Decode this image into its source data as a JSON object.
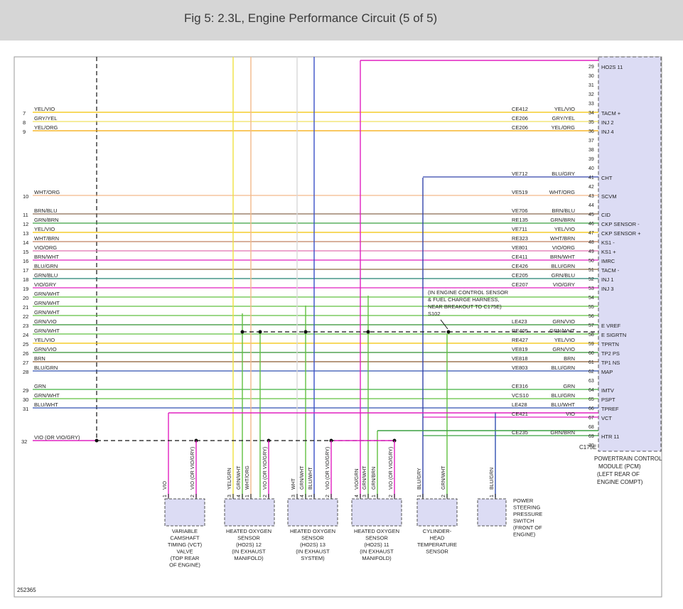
{
  "title": "Fig 5: 2.3L, Engine Performance Circuit (5 of 5)",
  "figure_number": "252365",
  "pcm": {
    "label_lines": [
      "POWERTRAIN CONTROL",
      "MODULE (PCM)",
      "(LEFT REAR OF",
      "ENGINE COMPT)"
    ],
    "connector_label": "C175E",
    "pins_top": [
      {
        "pin": "29",
        "func": "HO2S 11"
      },
      {
        "pin": "30"
      },
      {
        "pin": "31"
      },
      {
        "pin": "32"
      },
      {
        "pin": "33"
      }
    ]
  },
  "circuits": [
    {
      "pos": "7",
      "left_color": "YEL/VIO",
      "circuit": "CE412",
      "right_color": "YEL/VIO",
      "pin": "34",
      "func": "TACM +",
      "stroke": "#f2c200"
    },
    {
      "pos": "8",
      "left_color": "GRY/YEL",
      "circuit": "CE206",
      "right_color": "GRY/YEL",
      "pin": "35",
      "func": "INJ 2",
      "stroke": "#f0e060"
    },
    {
      "pos": "9",
      "left_color": "YEL/ORG",
      "circuit": "CE206",
      "right_color": "YEL/ORG",
      "pin": "36",
      "func": "INJ 4",
      "stroke": "#f5a800"
    },
    {
      "pin": "37"
    },
    {
      "pin": "38"
    },
    {
      "pin": "39"
    },
    {
      "pin": "40"
    },
    {
      "circuit": "VE712",
      "right_color": "BLU/GRY",
      "pin": "41",
      "func": "CHT",
      "stroke": "#3344aa"
    },
    {
      "pin": "42"
    },
    {
      "pos": "10",
      "left_color": "WHT/ORG",
      "circuit": "VE519",
      "right_color": "WHT/ORG",
      "pin": "43",
      "func": "SCVM",
      "stroke": "#f3b98a"
    },
    {
      "pin": "44"
    },
    {
      "pos": "11",
      "left_color": "BRN/BLU",
      "circuit": "VE706",
      "right_color": "BRN/BLU",
      "pin": "45",
      "func": "CID",
      "stroke": "#8a6a50"
    },
    {
      "pos": "12",
      "left_color": "GRN/BRN",
      "circuit": "RE135",
      "right_color": "GRN/BRN",
      "pin": "46",
      "func": "CKP SENSOR -",
      "stroke": "#3aa040"
    },
    {
      "pos": "13",
      "left_color": "YEL/VIO",
      "circuit": "VE711",
      "right_color": "YEL/VIO",
      "pin": "47",
      "func": "CKP SENSOR +",
      "stroke": "#f2c200"
    },
    {
      "pos": "14",
      "left_color": "WHT/BRN",
      "circuit": "RE323",
      "right_color": "WHT/BRN",
      "pin": "48",
      "func": "KS1 -",
      "stroke": "#c08060"
    },
    {
      "pos": "15",
      "left_color": "VIO/ORG",
      "circuit": "VE801",
      "right_color": "VIO/ORG",
      "pin": "49",
      "func": "KS1 +",
      "stroke": "#e070b0"
    },
    {
      "pos": "16",
      "left_color": "BRN/WHT",
      "circuit": "CE411",
      "right_color": "BRN/WHT",
      "pin": "50",
      "func": "IMRC",
      "stroke": "#e020c0"
    },
    {
      "pos": "17",
      "left_color": "BLU/GRN",
      "circuit": "CE426",
      "right_color": "BLU/GRN",
      "pin": "51",
      "func": "TACM -",
      "stroke": "#8a6a40"
    },
    {
      "pos": "18",
      "left_color": "GRN/BLU",
      "circuit": "CE205",
      "right_color": "GRN/BLU",
      "pin": "52",
      "func": "INJ 1",
      "stroke": "#208070"
    },
    {
      "pos": "19",
      "left_color": "VIO/GRY",
      "circuit": "CE207",
      "right_color": "VIO/GRY",
      "pin": "53",
      "func": "INJ 3",
      "stroke": "#e020c0"
    },
    {
      "pos": "20",
      "left_color": "GRN/WHT",
      "pin": "54",
      "stroke": "#60c040"
    },
    {
      "pos": "21",
      "left_color": "GRN/WHT",
      "pin": "55",
      "stroke": "#60c040"
    },
    {
      "pos": "22",
      "left_color": "GRN/WHT",
      "pin": "56",
      "stroke": "#60c040"
    },
    {
      "pos": "23",
      "left_color": "GRN/VIO",
      "circuit": "LE423",
      "right_color": "GRN/VIO",
      "pin": "57",
      "func": "E VREF",
      "stroke": "#309030"
    },
    {
      "pos": "24",
      "left_color": "GRN/WHT",
      "circuit": "RE405",
      "right_color": "GRN/WHT",
      "pin": "58",
      "func": "E SIGRTN",
      "stroke": "#60c040"
    },
    {
      "pos": "25",
      "left_color": "YEL/VIO",
      "circuit": "RE427",
      "right_color": "YEL/VIO",
      "pin": "59",
      "func": "TPRTN",
      "stroke": "#f2c200"
    },
    {
      "pos": "26",
      "left_color": "GRN/VIO",
      "circuit": "VE819",
      "right_color": "GRN/VIO",
      "pin": "60",
      "func": "TP2 PS",
      "stroke": "#309030"
    },
    {
      "pos": "27",
      "left_color": "BRN",
      "circuit": "VE818",
      "right_color": "BRN",
      "pin": "61",
      "func": "TP1 NS",
      "stroke": "#8a5a30"
    },
    {
      "pos": "28",
      "left_color": "BLU/GRN",
      "circuit": "VE803",
      "right_color": "BLU/GRN",
      "pin": "62",
      "func": "MAP",
      "stroke": "#3050b0"
    },
    {
      "pin": "63"
    },
    {
      "pos": "29",
      "left_color": "GRN",
      "circuit": "CE316",
      "right_color": "GRN",
      "pin": "64",
      "func": "IMTV",
      "stroke": "#40b040"
    },
    {
      "pos": "30",
      "left_color": "GRN/WHT",
      "circuit": "VCS10",
      "right_color": "BLU/GRN",
      "pin": "65",
      "func": "PSPT",
      "stroke": "#60c040"
    },
    {
      "pos": "31",
      "left_color": "BLU/WHT",
      "circuit": "LE428",
      "right_color": "BLU/WHT",
      "pin": "66",
      "func": "TPREF",
      "stroke": "#3050b0"
    },
    {
      "circuit": "CE421",
      "right_color": "VIO",
      "pin": "67",
      "func": "VCT",
      "stroke": "#e020c0"
    },
    {
      "pin": "68"
    },
    {
      "circuit": "CE235",
      "right_color": "GRN/BRN",
      "pin": "69",
      "func": "HTR 11",
      "stroke": "#3aa040"
    },
    {
      "pin": "70"
    }
  ],
  "splice_note": [
    "(IN ENGINE CONTROL SENSOR",
    "& FUEL CHARGE HARNESS,",
    "NEAR BREAKOUT TO C175E)",
    "S102"
  ],
  "bottom_wire": {
    "pos": "32",
    "label": "VIO (OR VIO/GRY)"
  },
  "components": [
    {
      "name": "vct-valve",
      "pins": [
        {
          "n": "1",
          "c": "VIO"
        },
        {
          "n": "2",
          "c": "VIO (OR VIO/GRY)"
        }
      ],
      "label": [
        "VARIABLE",
        "CAMSHAFT",
        "TIMING (VCT)",
        "VALVE",
        "(TOP REAR",
        "OF ENGINE)"
      ]
    },
    {
      "name": "ho2s-12",
      "pins": [
        {
          "n": "3",
          "c": "YEL/GRN"
        },
        {
          "n": "4",
          "c": "GRN/WHT"
        },
        {
          "n": "1",
          "c": "WHT/ORG"
        },
        {
          "n": "2",
          "c": "VIO (OR VIO/GRY)"
        }
      ],
      "label": [
        "HEATED OXYGEN",
        "SENSOR",
        "(HO2S) 12",
        "(IN EXHAUST",
        "MANIFOLD)"
      ]
    },
    {
      "name": "ho2s-13",
      "pins": [
        {
          "n": "3",
          "c": "WHT"
        },
        {
          "n": "4",
          "c": "GRN/WHT"
        },
        {
          "n": "1",
          "c": "BLU/WHT"
        },
        {
          "n": "2",
          "c": "VIO (OR VIO/GRY)"
        }
      ],
      "label": [
        "HEATED OXYGEN",
        "SENSOR",
        "(HO2S) 13",
        "(IN EXHAUST",
        "SYSTEM)"
      ]
    },
    {
      "name": "ho2s-11",
      "pins": [
        {
          "n": "4",
          "c": "VIO/GRN"
        },
        {
          "n": "3",
          "c": "GRN/WHT"
        },
        {
          "n": "1",
          "c": "GRN/BRN"
        },
        {
          "n": "2",
          "c": "VIO (OR VIO/GRY)"
        }
      ],
      "label": [
        "HEATED OXYGEN",
        "SENSOR",
        "(HO2S) 11",
        "(IN EXHAUST",
        "MANIFOLD)"
      ]
    },
    {
      "name": "cht-sensor",
      "pins": [
        {
          "n": "1",
          "c": "BLU/GRY"
        },
        {
          "n": "2",
          "c": "GRN/WHT"
        }
      ],
      "label": [
        "CYLINDER-",
        "HEAD",
        "TEMPERATURE",
        "SENSOR"
      ]
    },
    {
      "name": "ps-switch",
      "pins": [
        {
          "n": "1",
          "c": "BLU/GRN"
        }
      ],
      "label": [
        "POWER",
        "STEERING",
        "PRESSURE",
        "SWITCH",
        "(FRONT OF",
        "ENGINE)"
      ]
    }
  ]
}
